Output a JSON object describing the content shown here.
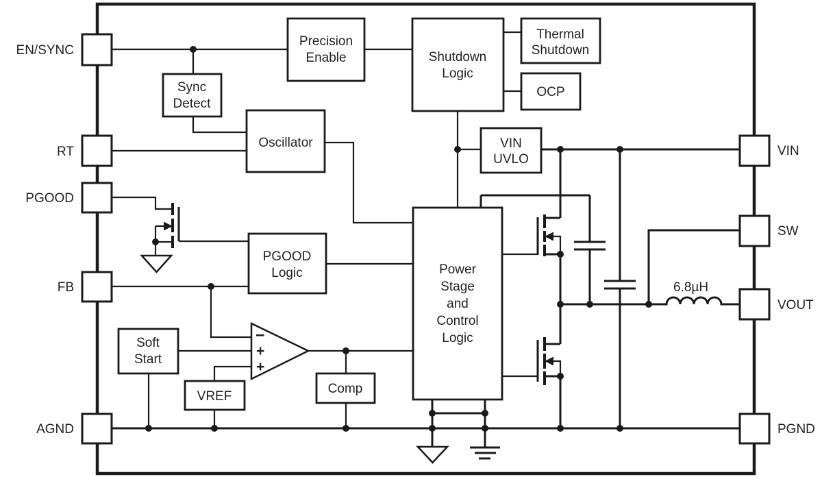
{
  "pins": {
    "left": [
      {
        "label": "EN/SYNC"
      },
      {
        "label": "RT"
      },
      {
        "label": "PGOOD"
      },
      {
        "label": "FB"
      },
      {
        "label": "AGND"
      }
    ],
    "right": [
      {
        "label": "VIN"
      },
      {
        "label": "SW"
      },
      {
        "label": "VOUT"
      },
      {
        "label": "PGND"
      }
    ]
  },
  "blocks": {
    "precision_enable": {
      "lines": [
        "Precision",
        "Enable"
      ]
    },
    "sync_detect": {
      "lines": [
        "Sync",
        "Detect"
      ]
    },
    "shutdown_logic": {
      "lines": [
        "Shutdown",
        "Logic"
      ]
    },
    "thermal_shutdown": {
      "lines": [
        "Thermal",
        "Shutdown"
      ]
    },
    "ocp": {
      "lines": [
        "OCP"
      ]
    },
    "oscillator": {
      "lines": [
        "Oscillator"
      ]
    },
    "vin_uvlo": {
      "lines": [
        "VIN",
        "UVLO"
      ]
    },
    "pgood_logic": {
      "lines": [
        "PGOOD",
        "Logic"
      ]
    },
    "power_stage": {
      "lines": [
        "Power",
        "Stage",
        "and",
        "Control",
        "Logic"
      ]
    },
    "soft_start": {
      "lines": [
        "Soft",
        "Start"
      ]
    },
    "vref": {
      "lines": [
        "VREF"
      ]
    },
    "comp": {
      "lines": [
        "Comp"
      ]
    }
  },
  "comparator": {
    "minus": "−",
    "plus_top": "+",
    "plus_bottom": "+"
  },
  "inductor": {
    "value": "6.8µH"
  },
  "colors": {
    "line": "#1a1a1a",
    "text": "#231f20",
    "background": "#ffffff"
  }
}
